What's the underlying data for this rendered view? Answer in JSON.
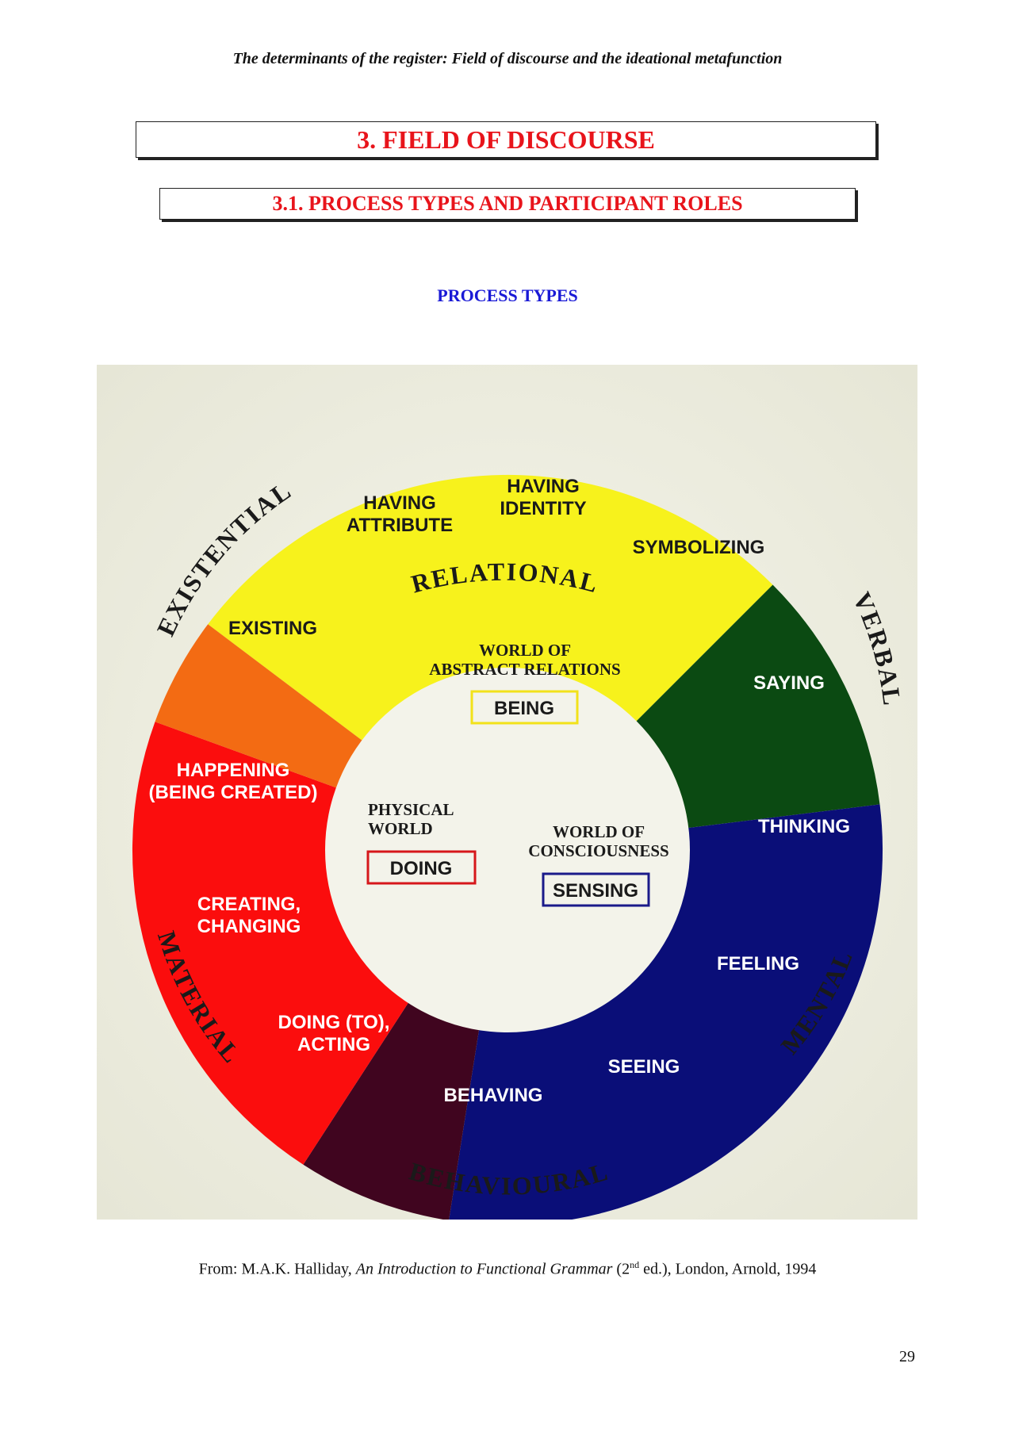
{
  "header": {
    "running_title": "The determinants of the register: Field of discourse and the ideational metafunction"
  },
  "section": {
    "title": "3. FIELD OF DISCOURSE",
    "subtitle": "3.1. PROCESS TYPES AND PARTICIPANT ROLES"
  },
  "diagram": {
    "heading": "PROCESS TYPES",
    "colors": {
      "relational": "#f7f21c",
      "existential": "#f36b13",
      "material": "#fb0d0d",
      "behavioural": "#40051f",
      "mental": "#0a0e78",
      "verbal": "#0b4a12",
      "background": "#f0f0e4",
      "center": "#f3f3ea"
    },
    "outer_labels": {
      "relational": "RELATIONAL",
      "existential": "EXISTENTIAL",
      "verbal": "VERBAL",
      "material": "MATERIAL",
      "mental": "MENTAL",
      "behavioural": "BEHAVIOURAL"
    },
    "segment_labels": {
      "having_attribute_1": "HAVING",
      "having_attribute_2": "ATTRIBUTE",
      "having_identity_1": "HAVING",
      "having_identity_2": "IDENTITY",
      "symbolizing": "SYMBOLIZING",
      "existing": "EXISTING",
      "saying": "SAYING",
      "happening_1": "HAPPENING",
      "happening_2": "(BEING CREATED)",
      "thinking": "THINKING",
      "creating_1": "CREATING,",
      "creating_2": "CHANGING",
      "feeling": "FEELING",
      "doing_to_1": "DOING (TO),",
      "doing_to_2": "ACTING",
      "seeing": "SEEING",
      "behaving": "BEHAVING"
    },
    "center": {
      "abstract_1": "WORLD OF",
      "abstract_2": "ABSTRACT RELATIONS",
      "being": "BEING",
      "physical_1": "PHYSICAL",
      "physical_2": "WORLD",
      "doing": "DOING",
      "consciousness_1": "WORLD OF",
      "consciousness_2": "CONSCIOUSNESS",
      "sensing": "SENSING"
    }
  },
  "footer": {
    "source_prefix": "From: M.A.K. Halliday, ",
    "source_title": "An Introduction to Functional Grammar",
    "source_edition_num": " (2",
    "source_edition_sup": "nd",
    "source_rest": " ed.), London, Arnold, 1994",
    "page_number": "29"
  }
}
